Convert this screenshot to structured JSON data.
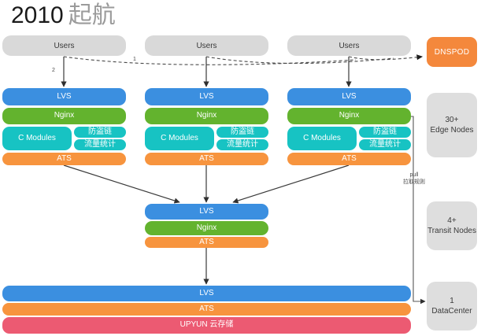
{
  "title": {
    "year": "2010",
    "cn": "起航"
  },
  "users": [
    {
      "label": "Users"
    },
    {
      "label": "Users"
    },
    {
      "label": "Users"
    }
  ],
  "dnspod": {
    "label": "DNSPOD"
  },
  "flow_labels": {
    "one": "1",
    "two": "2",
    "pull_en": "pull",
    "pull_cn": "拉取规则"
  },
  "edge_columns": [
    {
      "lvs": "LVS",
      "nginx": "Nginx",
      "c_modules": "C Modules",
      "feature_top": "防盗链",
      "feature_bottom": "流量统计",
      "ats": "ATS"
    },
    {
      "lvs": "LVS",
      "nginx": "Nginx",
      "c_modules": "C Modules",
      "feature_top": "防盗链",
      "feature_bottom": "流量统计",
      "ats": "ATS"
    },
    {
      "lvs": "LVS",
      "nginx": "Nginx",
      "c_modules": "C Modules",
      "feature_top": "防盗链",
      "feature_bottom": "流量统计",
      "ats": "ATS"
    }
  ],
  "transit_stack": {
    "lvs": "LVS",
    "nginx": "Nginx",
    "ats": "ATS"
  },
  "datacenter_stack": {
    "lvs": "LVS",
    "ats": "ATS",
    "storage": "UPYUN 云存储"
  },
  "side_panels": [
    {
      "line1": "30+",
      "line2": "Edge Nodes"
    },
    {
      "line1": "4+",
      "line2": "Transit Nodes"
    },
    {
      "line1": "1",
      "line2": "DataCenter"
    }
  ],
  "colors": {
    "lvs": "#3b8fe0",
    "nginx": "#63b32e",
    "modules": "#17c3c3",
    "ats": "#f7943e",
    "storage": "#ec5a72",
    "dnspod": "#f4883c",
    "panel": "#dedede",
    "users": "#d9d9d9"
  }
}
